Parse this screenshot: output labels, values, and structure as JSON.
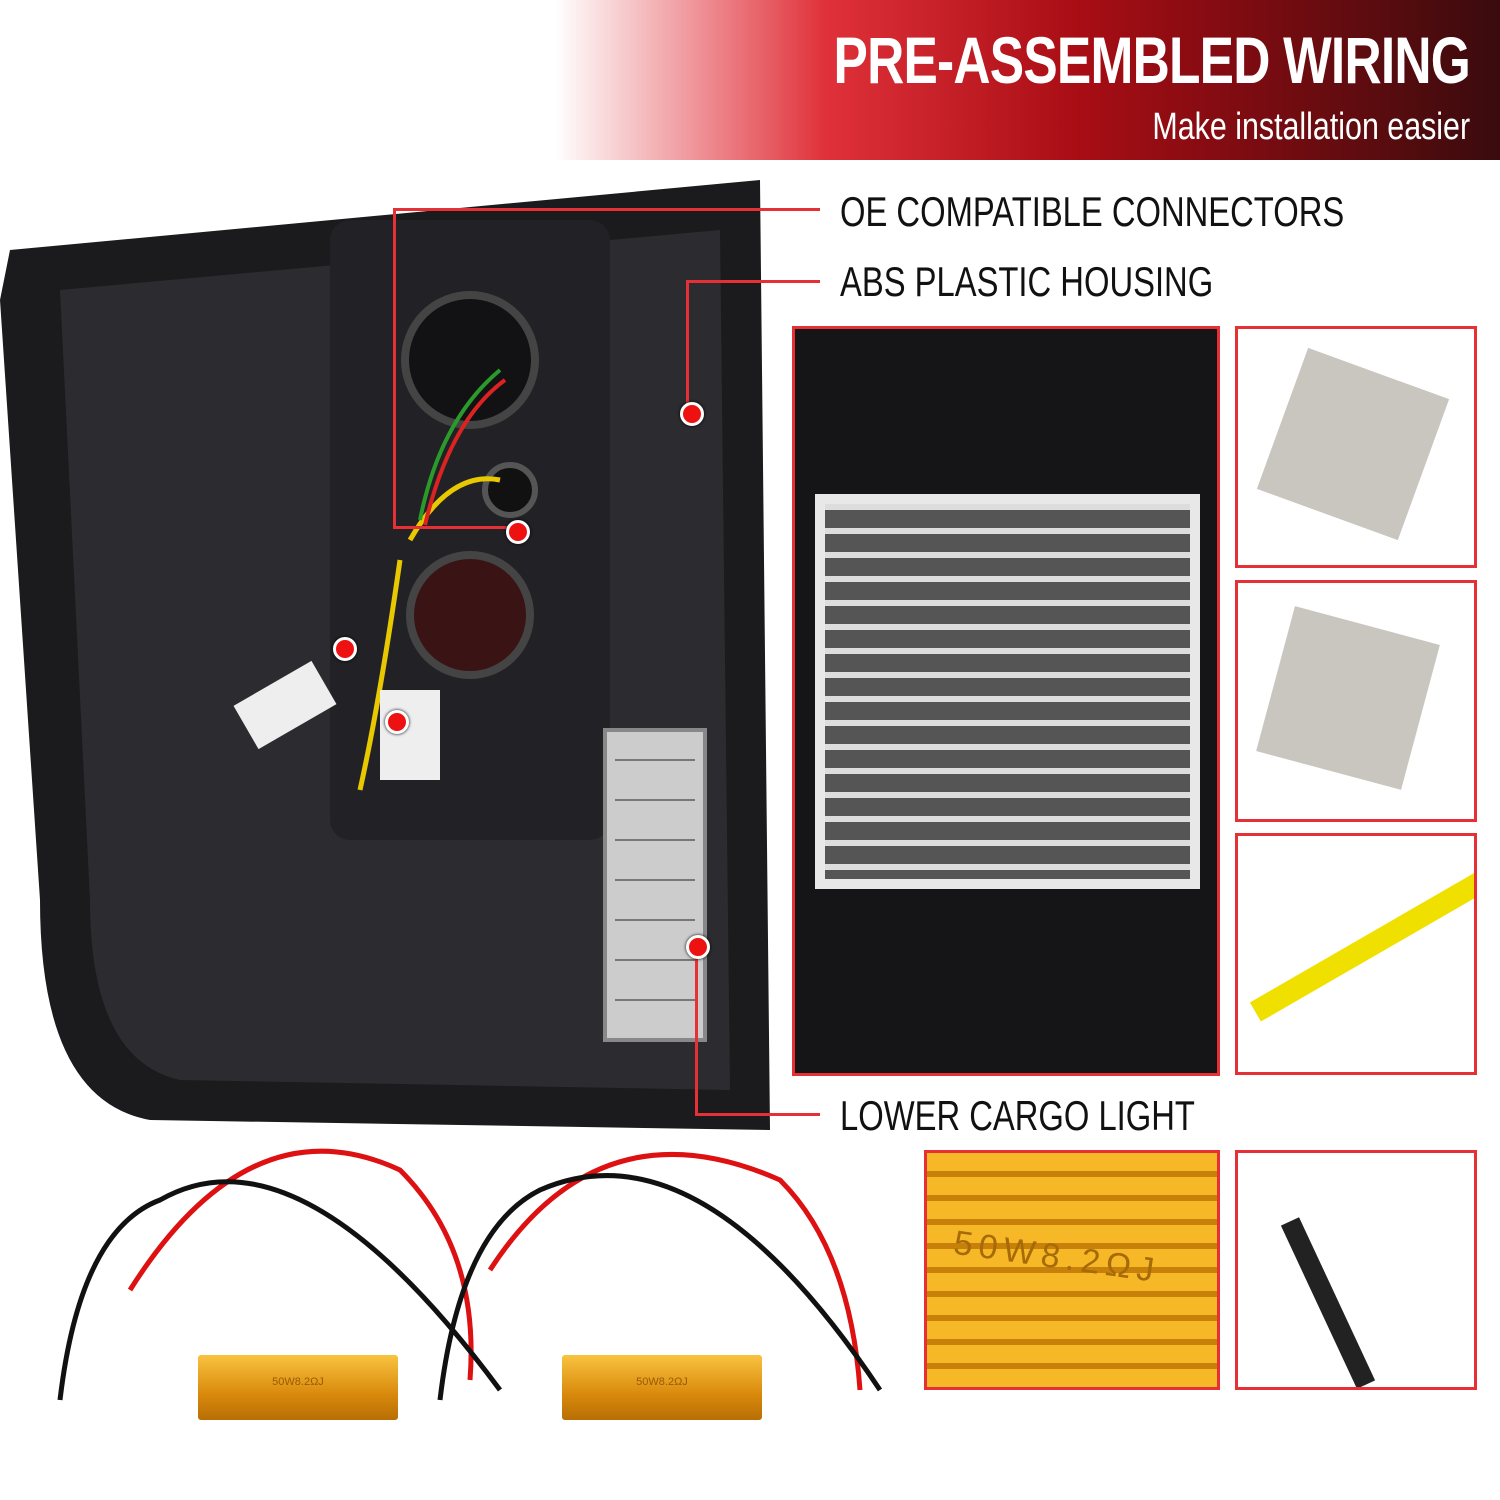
{
  "header": {
    "title": "PRE-ASSEMBLED WIRING",
    "subtitle": "Make installation easier"
  },
  "callouts": {
    "connectors": "OE COMPATIBLE CONNECTORS",
    "housing": "ABS PLASTIC HOUSING",
    "cargo": "LOWER CARGO LIGHT"
  },
  "resistor_marking": "50W8.2ΩJ",
  "colors": {
    "accent": "#e53036",
    "banner_dark": "#3a0b0d",
    "resistor": "#e3a21f"
  }
}
